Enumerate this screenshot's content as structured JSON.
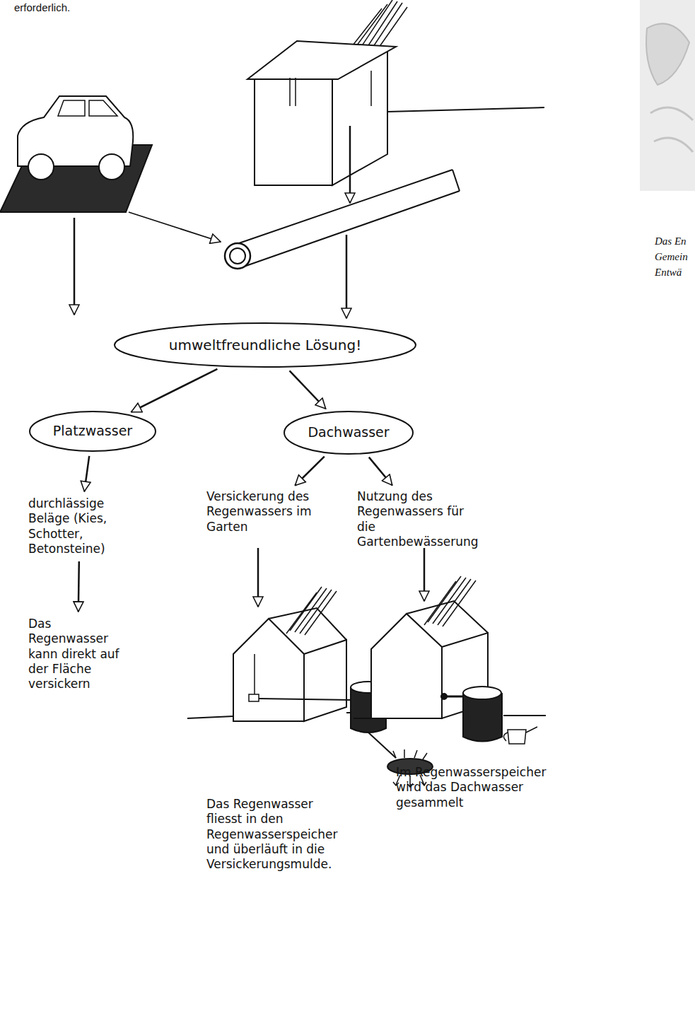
{
  "diagram": {
    "nodes": [
      {
        "text": [
          "umweltfreundliche Lösung!"
        ]
      },
      {
        "text": [
          "Platzwasser"
        ]
      },
      {
        "text": [
          "Dachwasser"
        ]
      },
      {
        "text": [
          "durchlässige Beläge (Kies, Schotter, Betonsteine)"
        ]
      },
      {
        "text": [
          "Das Regenwasser kann direkt auf der Fläche versickern"
        ]
      },
      {
        "text": [
          "Versickerung des Regenwassers im Garten"
        ]
      },
      {
        "text": [
          "Nutzung des Regenwassers für die Gartenbewässerung"
        ]
      },
      {
        "text": [
          "Das Regenwasser fliesst in den Regenwasserspeicher und überläuft in die Versickerungsmulde."
        ]
      },
      {
        "text": [
          "Im Regenwasserspeicher wird das Dachwasser gesammelt"
        ]
      }
    ],
    "edges": [
      {
        "from": 0,
        "to": 1,
        "arrow": "to"
      },
      {
        "from": 0,
        "to": 2,
        "arrow": "to"
      },
      {
        "from": 1,
        "to": 3,
        "arrow": "to"
      },
      {
        "from": 3,
        "to": 4,
        "arrow": "to"
      },
      {
        "from": 2,
        "to": 5,
        "arrow": "to"
      },
      {
        "from": 2,
        "to": 6,
        "arrow": "to"
      }
    ],
    "labels": [
      "erforderlich.",
      "Das En",
      "Gemein",
      "Entwä"
    ]
  }
}
